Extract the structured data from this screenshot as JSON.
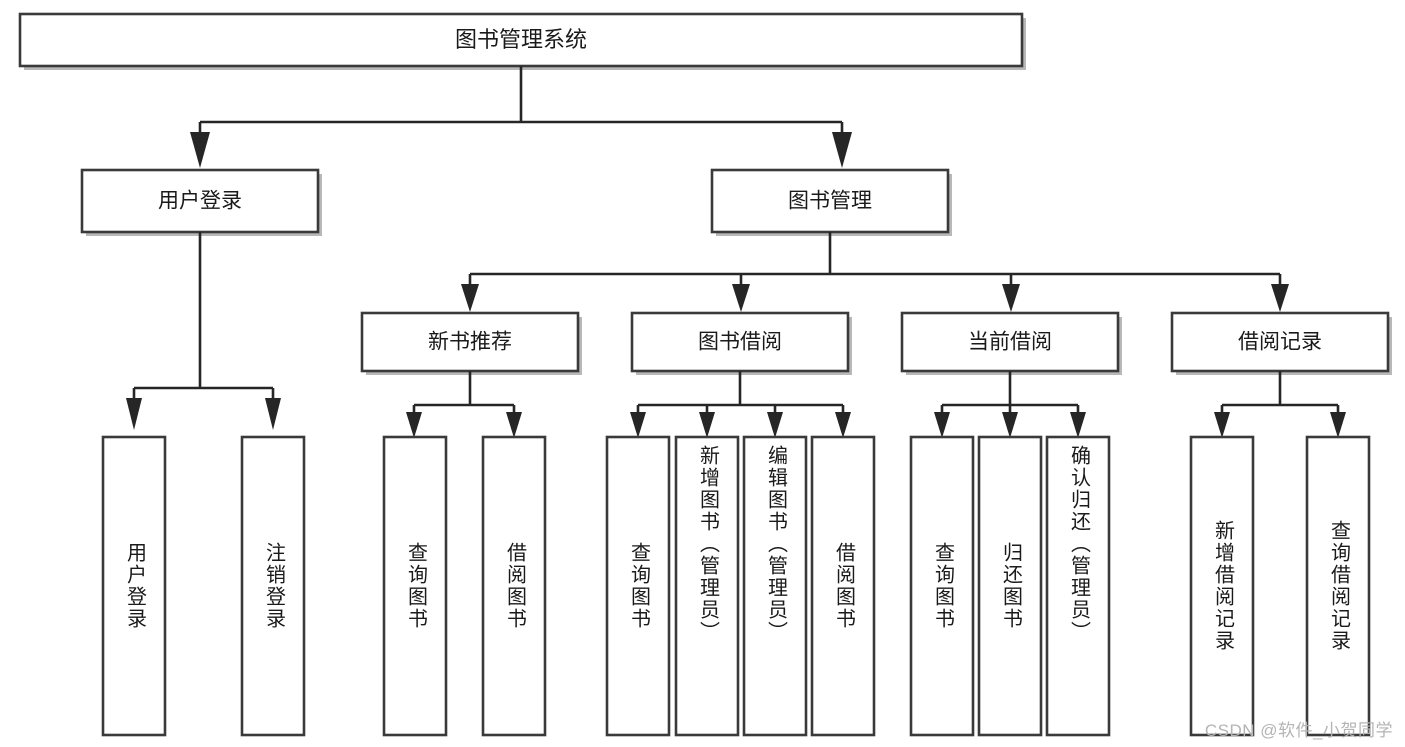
{
  "diagram": {
    "kind": "tree-hierarchy-chart",
    "root": {
      "id": "root",
      "label": "图书管理系统"
    },
    "level2": [
      {
        "id": "user-login",
        "label": "用户登录"
      },
      {
        "id": "book-manage",
        "label": "图书管理"
      }
    ],
    "level3": [
      {
        "id": "new-book-recommend",
        "label": "新书推荐",
        "parent": "book-manage"
      },
      {
        "id": "book-borrow",
        "label": "图书借阅",
        "parent": "book-manage"
      },
      {
        "id": "current-borrow",
        "label": "当前借阅",
        "parent": "book-manage"
      },
      {
        "id": "borrow-record",
        "label": "借阅记录",
        "parent": "book-manage"
      }
    ],
    "leaves": [
      {
        "id": "leaf-user-login",
        "label": "用户登录",
        "parent": "user-login"
      },
      {
        "id": "leaf-logout-login",
        "label": "注销登录",
        "parent": "user-login"
      },
      {
        "id": "leaf-query-book-1",
        "label": "查询图书",
        "parent": "new-book-recommend"
      },
      {
        "id": "leaf-borrow-book-1",
        "label": "借阅图书",
        "parent": "new-book-recommend"
      },
      {
        "id": "leaf-query-book-2",
        "label": "查询图书",
        "parent": "book-borrow"
      },
      {
        "id": "leaf-add-book",
        "label": "新增图书（管理员）",
        "parent": "book-borrow"
      },
      {
        "id": "leaf-edit-book",
        "label": "编辑图书（管理员）",
        "parent": "book-borrow"
      },
      {
        "id": "leaf-borrow-book-2",
        "label": "借阅图书",
        "parent": "book-borrow"
      },
      {
        "id": "leaf-query-book-3",
        "label": "查询图书",
        "parent": "current-borrow"
      },
      {
        "id": "leaf-return-book",
        "label": "归还图书",
        "parent": "current-borrow"
      },
      {
        "id": "leaf-confirm-return",
        "label": "确认归还（管理员）",
        "parent": "current-borrow"
      },
      {
        "id": "leaf-add-record",
        "label": "新增借阅记录",
        "parent": "borrow-record"
      },
      {
        "id": "leaf-query-record",
        "label": "查询借阅记录",
        "parent": "borrow-record"
      }
    ],
    "watermark": "CSDN @软件_小贺同学",
    "colors": {
      "box_fill": "#ffffff",
      "box_stroke": "#3a3a3a",
      "connector": "#262626",
      "text": "#1a1a1a",
      "watermark": "#b4b4b4",
      "background": "#ffffff"
    }
  }
}
